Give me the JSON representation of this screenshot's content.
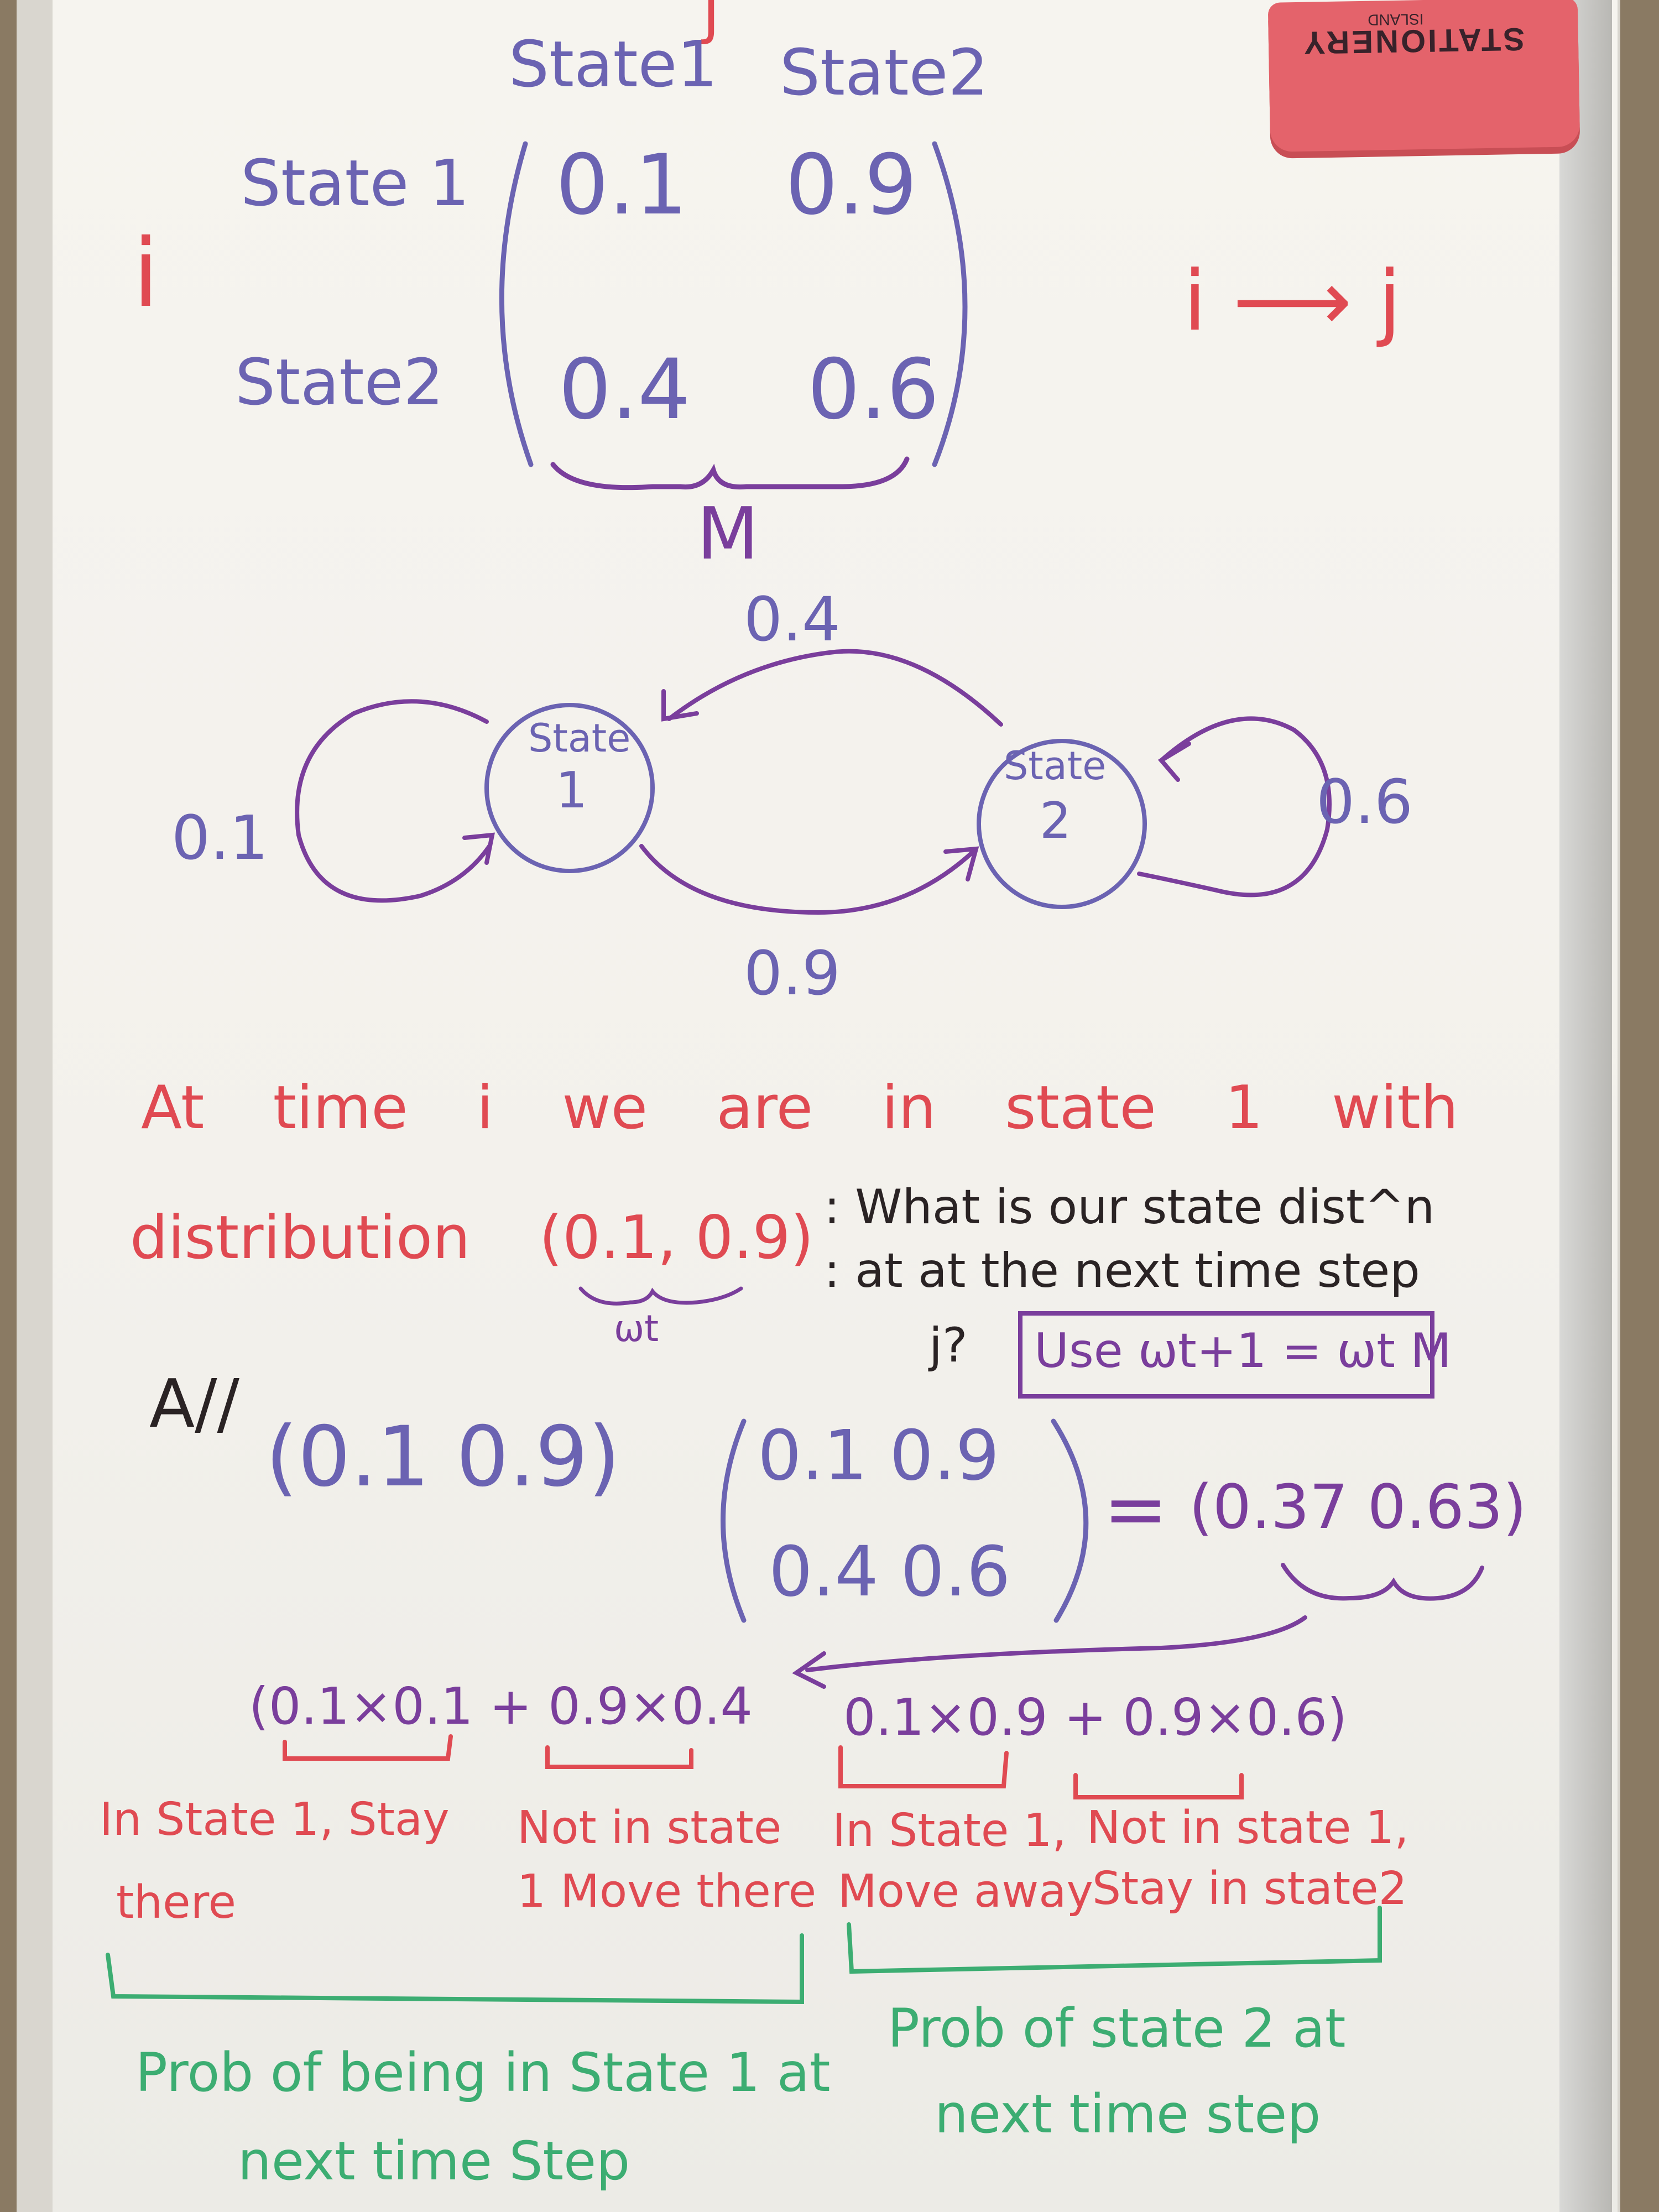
{
  "matrix": {
    "col_index": "j",
    "col_headers": [
      "State1",
      "State2"
    ],
    "row_index": "i",
    "row_headers": [
      "State 1",
      "State2"
    ],
    "values": [
      [
        "0.1",
        "0.9"
      ],
      [
        "0.4",
        "0.6"
      ]
    ],
    "name": "M",
    "direction": "i ⟶ j"
  },
  "diagram": {
    "state1": [
      "State",
      "1"
    ],
    "state2": [
      "State",
      "2"
    ],
    "p11": "0.1",
    "p12": "0.9",
    "p21": "0.4",
    "p22": "0.6"
  },
  "question": {
    "line1": "At time i we are in state 1 with",
    "line2": "distribution",
    "vector": "(0.1, 0.9)",
    "vector_label": "ωt",
    "q1": ": What is our state dist^n",
    "q2": ": at at the next time step",
    "q3": "j?",
    "formula": "Use  ωt+1 = ωt M"
  },
  "answer": {
    "mark": "A//",
    "row_vector": "(0.1   0.9)",
    "m_row1": "0.1   0.9",
    "m_row2": "0.4   0.6",
    "equals": "=",
    "result": "(0.37   0.63)",
    "calc_left": "(0.1×0.1 + 0.9×0.4",
    "calc_right": "0.1×0.9 + 0.9×0.6)"
  },
  "notes": {
    "n1a": "In State 1, Stay",
    "n1b": "there",
    "n2a": "Not in state",
    "n2b": "1 Move there",
    "n3a": "In State 1,",
    "n3b": "Move away",
    "n4a": "Not in state 1,",
    "n4b": "Stay in state2",
    "prob1a": "Prob of being in State 1 at",
    "prob1b": "next   time Step",
    "prob2a": "Prob of state 2 at",
    "prob2b": "next time step"
  },
  "eraser": {
    "brand": "STATIONERY",
    "sub": "ISLAND"
  },
  "colors": {
    "blue": "#6b63b2",
    "purple": "#7a3e9c",
    "red": "#e04a52",
    "black": "#2a2324",
    "green": "#3cad72",
    "eraser": "#e4636b"
  }
}
